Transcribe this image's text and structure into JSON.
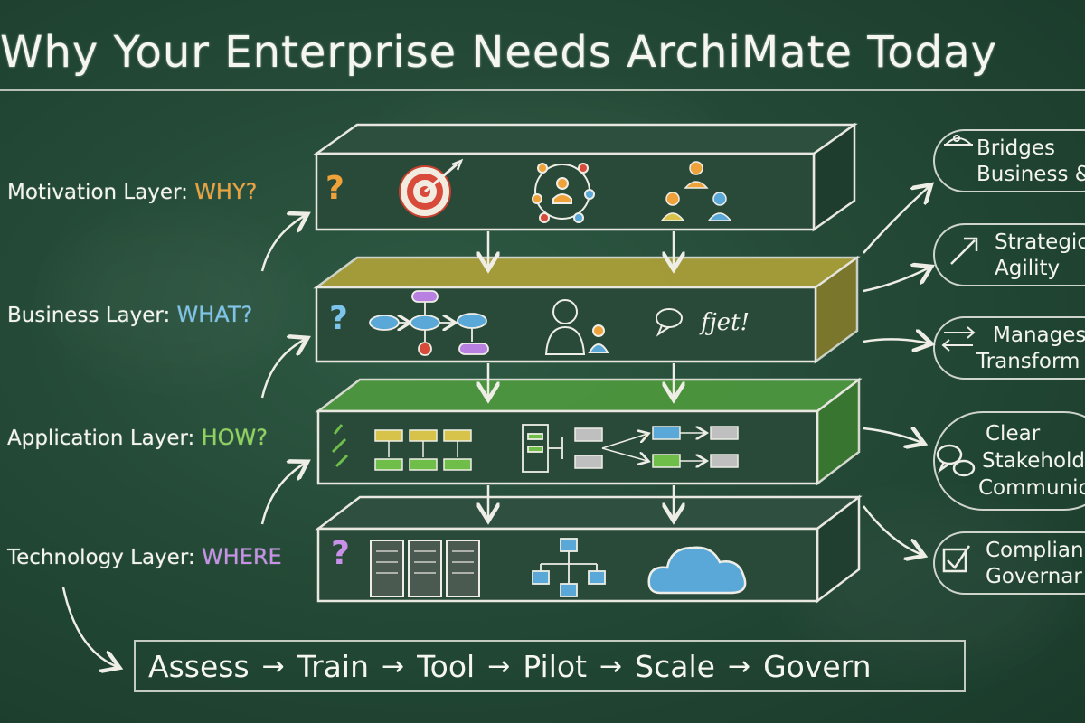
{
  "title": "Why Your Enterprise Needs ArchiMate Today",
  "layers": [
    {
      "prefix": "Motivation Layer: ",
      "keyword": "WHY?",
      "mark": "?",
      "color": "#f0a23a"
    },
    {
      "prefix": "Business Layer: ",
      "keyword": "WHAT?",
      "mark": "?",
      "color": "#7cc4ec"
    },
    {
      "prefix": "Application Layer: ",
      "keyword": "HOW?",
      "mark": "",
      "color": "#8fd45a"
    },
    {
      "prefix": "Technology Layer: ",
      "keyword": "WHERE",
      "mark": "?",
      "color": "#c890e8"
    }
  ],
  "business_note": "fjet!",
  "benefits": [
    {
      "line1": "Bridges",
      "line2": "Business &",
      "icon": "bridge-icon"
    },
    {
      "line1": "Strategic",
      "line2": "Agility",
      "icon": "arrow-up-right-icon"
    },
    {
      "line1": "Manages",
      "line2": "Transform",
      "icon": "swap-arrows-icon"
    },
    {
      "line1": "Clear",
      "line2": "Stakeholder",
      "line3": "Communic",
      "icon": "chat-bubbles-icon"
    },
    {
      "line1": "Complian",
      "line2": "Governar",
      "icon": "checkbox-icon"
    }
  ],
  "roadmap": {
    "steps": [
      "Assess",
      "Train",
      "Tool",
      "Pilot",
      "Scale",
      "Govern"
    ],
    "arrow": "→"
  },
  "colors": {
    "board": "#244a37",
    "chalk": "#eef2ec",
    "orange": "#f0a23a",
    "yellow": "#d7c24a",
    "green": "#6fbe4a",
    "blue": "#5aa8d8",
    "purple": "#b880e0",
    "red": "#d84a3a"
  }
}
